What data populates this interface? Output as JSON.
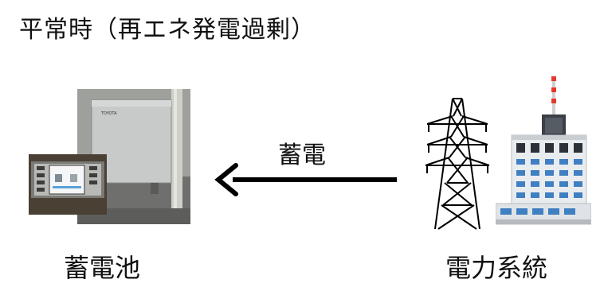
{
  "title": "平常時（再エネ発電過剰）",
  "flow": {
    "label": "蓄電",
    "direction": "from-grid-to-battery"
  },
  "nodes": {
    "battery": {
      "label": "蓄電池",
      "unit_brand": "TOYOTA",
      "icons": [
        "battery-unit-photo",
        "monitor-panel-photo"
      ]
    },
    "grid": {
      "label": "電力系統",
      "icons": [
        "transmission-tower-icon",
        "building-icon"
      ]
    }
  },
  "colors": {
    "arrow": "#000000",
    "unit_body": "#c8c9c9",
    "building_window": "#3f7fc2",
    "beacon": "#e8362b"
  }
}
